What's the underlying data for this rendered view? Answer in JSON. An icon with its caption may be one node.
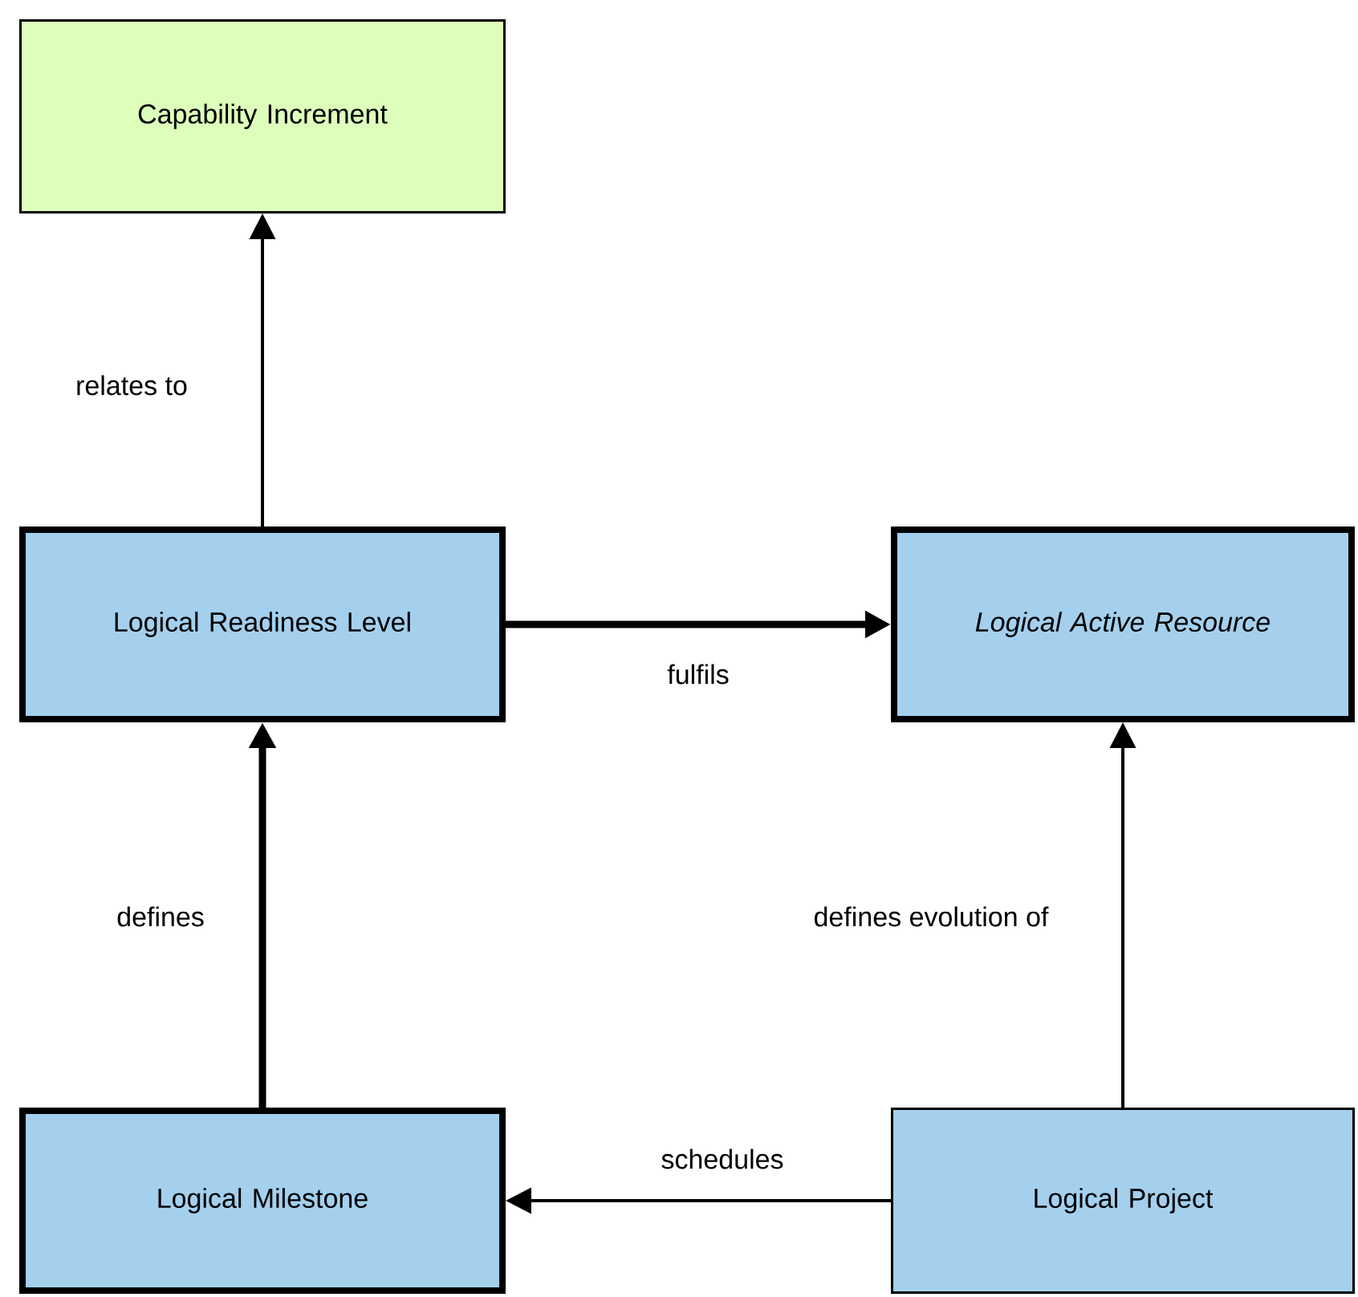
{
  "diagram": {
    "nodes": [
      {
        "text": [
          "Capability Increment"
        ]
      },
      {
        "text": [
          "Logical Readiness Level"
        ]
      },
      {
        "text": [
          "Logical Active Resource"
        ]
      },
      {
        "text": [
          "Logical Milestone"
        ]
      },
      {
        "text": [
          "Logical Project"
        ]
      }
    ],
    "edges": [
      {
        "from": 1,
        "to": 0,
        "arrow": "to",
        "label": "relates to"
      },
      {
        "from": 1,
        "to": 2,
        "arrow": "to",
        "label": "fulfils",
        "style": "thick"
      },
      {
        "from": 3,
        "to": 1,
        "arrow": "to",
        "label": "defines",
        "style": "thick"
      },
      {
        "from": 4,
        "to": 2,
        "arrow": "to",
        "label": "defines evolution of"
      },
      {
        "from": 4,
        "to": 3,
        "arrow": "to",
        "label": "schedules"
      }
    ]
  }
}
